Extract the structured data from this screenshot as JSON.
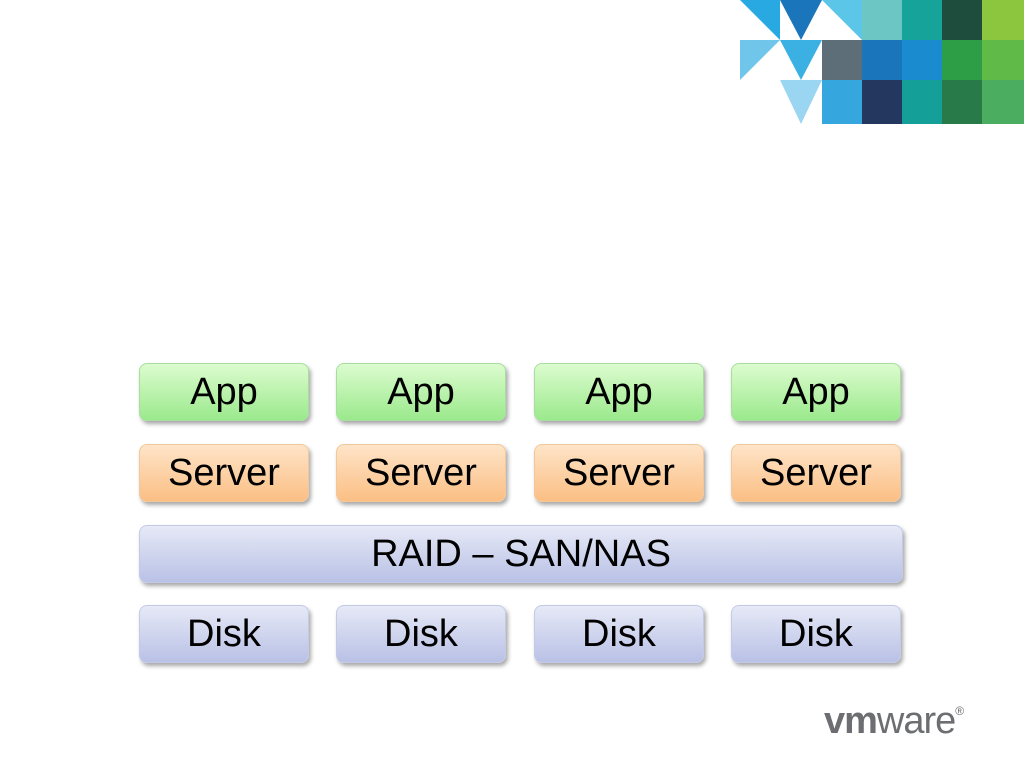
{
  "colors": {
    "app": "#9be98c",
    "server": "#fbbf84",
    "storage": "#b9c1e6",
    "logo_text": "#6d6e71"
  },
  "diagram": {
    "apps": [
      "App",
      "App",
      "App",
      "App"
    ],
    "servers": [
      "Server",
      "Server",
      "Server",
      "Server"
    ],
    "raid": "RAID – SAN/NAS",
    "disks": [
      "Disk",
      "Disk",
      "Disk",
      "Disk"
    ]
  },
  "logo": {
    "vm": "vm",
    "ware": "ware",
    "reg": "®"
  }
}
